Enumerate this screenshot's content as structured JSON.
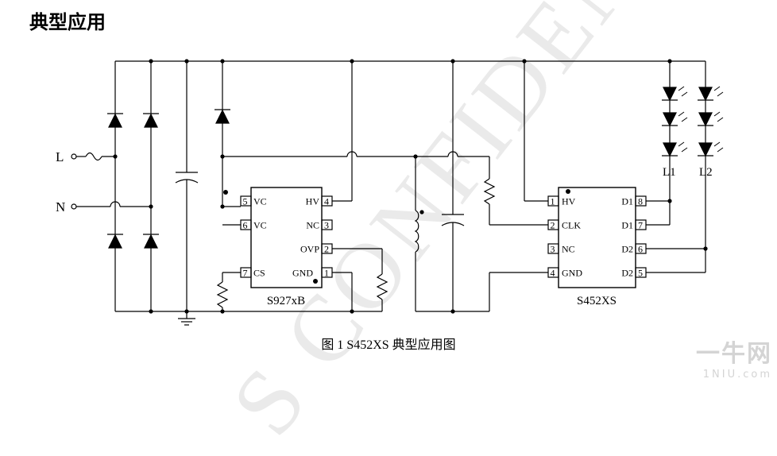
{
  "heading": "典型应用",
  "caption": {
    "figure_number": "图 1",
    "text": "S452XS 典型应用图"
  },
  "watermark": {
    "text": "S CONFIDENT",
    "site_logo": "一牛网",
    "site_url": "1NIU.com"
  },
  "inputs": {
    "live": "L",
    "neutral": "N"
  },
  "led_strings": [
    "L1",
    "L2"
  ],
  "ic_left": {
    "name": "S927xB",
    "left_pins": [
      {
        "num": "5",
        "label": "VC"
      },
      {
        "num": "6",
        "label": "VC"
      },
      {
        "num": "7",
        "label": "CS"
      }
    ],
    "right_pins": [
      {
        "num": "4",
        "label": "HV"
      },
      {
        "num": "3",
        "label": "NC"
      },
      {
        "num": "2",
        "label": "OVP"
      },
      {
        "num": "1",
        "label": "GND"
      }
    ]
  },
  "ic_right": {
    "name": "S452XS",
    "left_pins": [
      {
        "num": "1",
        "label": "HV"
      },
      {
        "num": "2",
        "label": "CLK"
      },
      {
        "num": "3",
        "label": "NC"
      },
      {
        "num": "4",
        "label": "GND"
      }
    ],
    "right_pins": [
      {
        "num": "8",
        "label": "D1"
      },
      {
        "num": "7",
        "label": "D1"
      },
      {
        "num": "6",
        "label": "D2"
      },
      {
        "num": "5",
        "label": "D2"
      }
    ]
  }
}
